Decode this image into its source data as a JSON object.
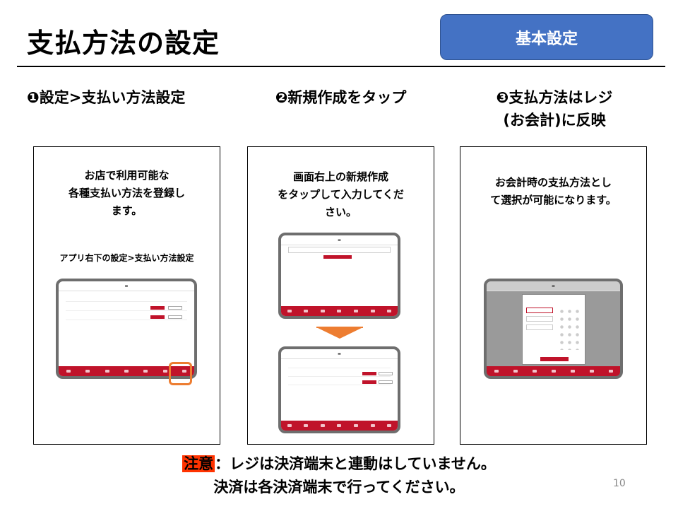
{
  "header": {
    "title": "支払方法の設定",
    "badge": "基本設定"
  },
  "steps": [
    {
      "label": "❶設定>支払い方法設定"
    },
    {
      "label_line1": "❷新規作成をタップ"
    },
    {
      "label_line1": "❸支払方法はレジ",
      "label_line2": "(お会計)に反映"
    }
  ],
  "panels": [
    {
      "text_lines": [
        "お店で利用可能な",
        "各種支払い方法を登録し",
        "ます。"
      ],
      "caption": "アプリ右下の設定>支払い方法設定"
    },
    {
      "text_lines": [
        "画面右上の新規作成",
        "をタップして入力してくだ",
        "さい。"
      ]
    },
    {
      "text_lines": [
        "お会計時の支払方法とし",
        "て選択が可能になります。"
      ]
    }
  ],
  "notice": {
    "highlight": "注意",
    "line1": "：レジは決済端末と連動はしていません。",
    "line2": "決済は各決済端末で行ってください。"
  },
  "page_number": "10",
  "colors": {
    "accent_blue": "#4472c4",
    "app_red": "#c0132a",
    "highlight_orange": "#ed7d31",
    "notice_red": "#ff3300"
  }
}
